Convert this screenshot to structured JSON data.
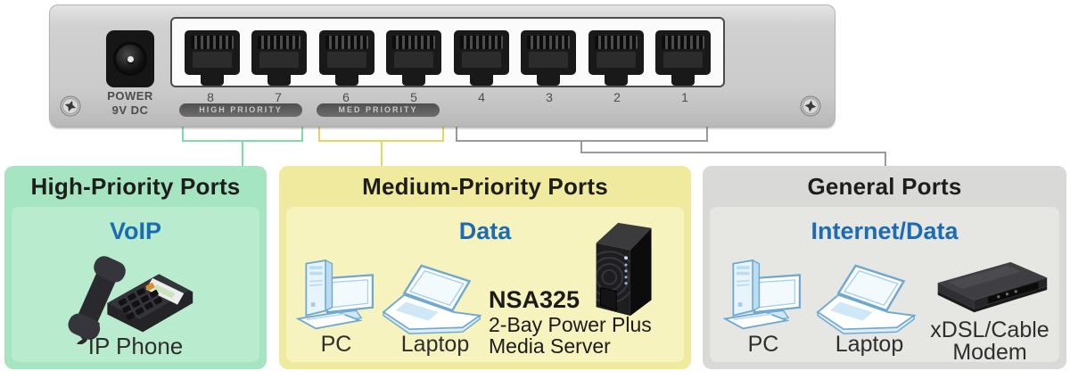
{
  "switch": {
    "power_label": [
      "POWER",
      "9V DC"
    ],
    "ports": [
      "8",
      "7",
      "6",
      "5",
      "4",
      "3",
      "2",
      "1"
    ],
    "high_priority_badge": "HIGH PRIORITY",
    "med_priority_badge": "MED PRIORITY"
  },
  "panels": {
    "high": {
      "title": "High-Priority Ports",
      "category": "VoIP",
      "device_label": "IP Phone"
    },
    "medium": {
      "title": "Medium-Priority Ports",
      "category": "Data",
      "pc_label": "PC",
      "laptop_label": "Laptop",
      "nas_name": "NSA325",
      "nas_desc_line1": "2-Bay Power Plus",
      "nas_desc_line2": "Media Server"
    },
    "general": {
      "title": "General Ports",
      "category": "Internet/Data",
      "pc_label": "PC",
      "laptop_label": "Laptop",
      "modem_label_line1": "xDSL/Cable",
      "modem_label_line2": "Modem"
    }
  },
  "colors": {
    "high_panel": "#a5e5c1",
    "high_panel_inner": "#b9eccf",
    "medium_panel": "#f0ea9e",
    "medium_panel_inner": "#f7f3be",
    "general_panel": "#d9d9d8",
    "general_panel_inner": "#e6e6e3",
    "category_blue": "#1c6cb4",
    "connector_green": "#7ddca8",
    "connector_yellow": "#e6d65f",
    "connector_gray": "#9a9a9a"
  }
}
